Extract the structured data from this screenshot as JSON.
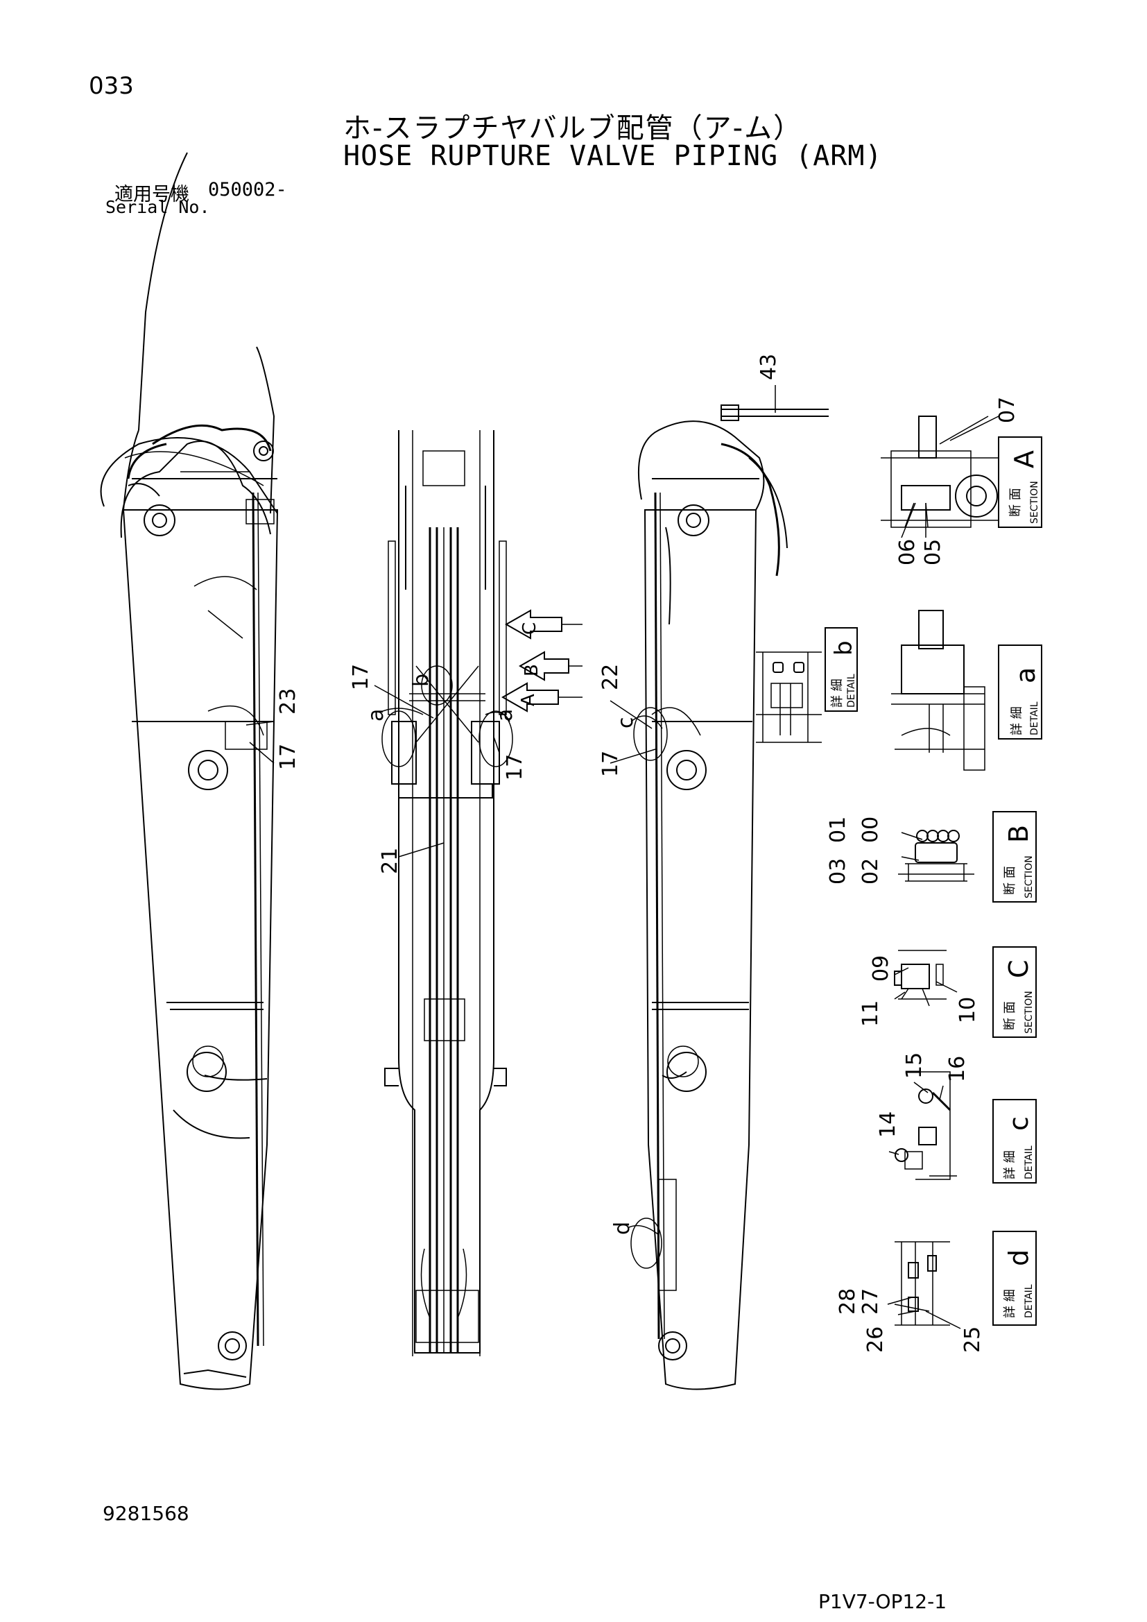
{
  "header": {
    "page_number": "033",
    "title_jp": "ホ-スラプチヤバルブ配管（ア-ム）",
    "title_en": "HOSE RUPTURE VALVE PIPING (ARM)",
    "serial_label_jp": "適用号機",
    "serial_code": "050002-",
    "serial_label_en": "Serial No."
  },
  "callouts": {
    "p43": "43",
    "p07": "07",
    "p06": "06",
    "p05": "05",
    "p23": "23",
    "p17a": "17",
    "p17b": "17",
    "p17c": "17",
    "p17d": "17",
    "p22": "22",
    "p21": "21",
    "pa1": "a",
    "pa2": "a",
    "pb": "b",
    "pc": "c",
    "pd": "d",
    "arrowA": "A",
    "arrowB": "B",
    "arrowC": "C",
    "p01": "01",
    "p00": "00",
    "p03": "03",
    "p02": "02",
    "p09": "09",
    "p11": "11",
    "p10": "10",
    "p15": "15",
    "p16": "16",
    "p14": "14",
    "p28": "28",
    "p27": "27",
    "p26": "26",
    "p25": "25"
  },
  "views": {
    "section_label_jp": "断 面",
    "section_label_en": "SECTION",
    "detail_label_jp": "詳 細",
    "detail_label_en": "DETAIL",
    "sectionA": "A",
    "detailb": "b",
    "detaila": "a",
    "sectionB": "B",
    "sectionC": "C",
    "detailc": "c",
    "detaild": "d"
  },
  "footer": {
    "drawing_number": "9281568",
    "sheet_code": "P1V7-OP12-1"
  }
}
